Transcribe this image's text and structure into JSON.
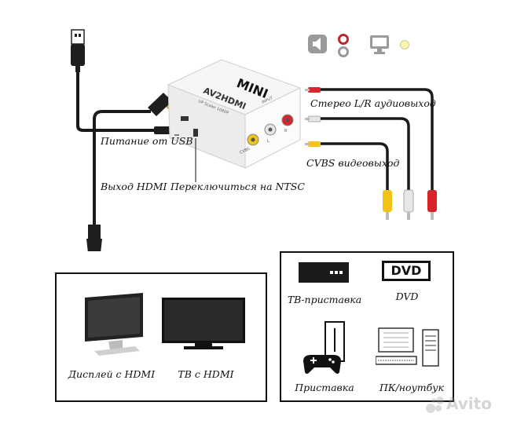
{
  "converter": {
    "brand": "MINI",
    "model": "AV2HDMI",
    "sub": "UP Scaler 1080P",
    "input_label": "INPUT",
    "port_labels": [
      "CVBS",
      "L",
      "R"
    ]
  },
  "callouts": {
    "audio_out": "Стерео L/R аудиовыход",
    "video_out": "CVBS видеовыход",
    "usb_power": "Питание от USB",
    "hdmi_out": "Выход HDMI",
    "ntsc_switch": "Переключиться на NTSC"
  },
  "sources": {
    "tv_box": "ТВ-приставка",
    "dvd": "DVD",
    "dvd_logo": "DVD",
    "console": "Приставка",
    "pc": "ПК/ноутбук"
  },
  "displays": {
    "monitor": "Дисплей с HDMI",
    "tv": "ТВ с HDMI"
  },
  "watermark": "Avito",
  "colors": {
    "yellow": "#f2c318",
    "white": "#e6e6e6",
    "red": "#d8242a",
    "cable": "#1a1a1a"
  }
}
